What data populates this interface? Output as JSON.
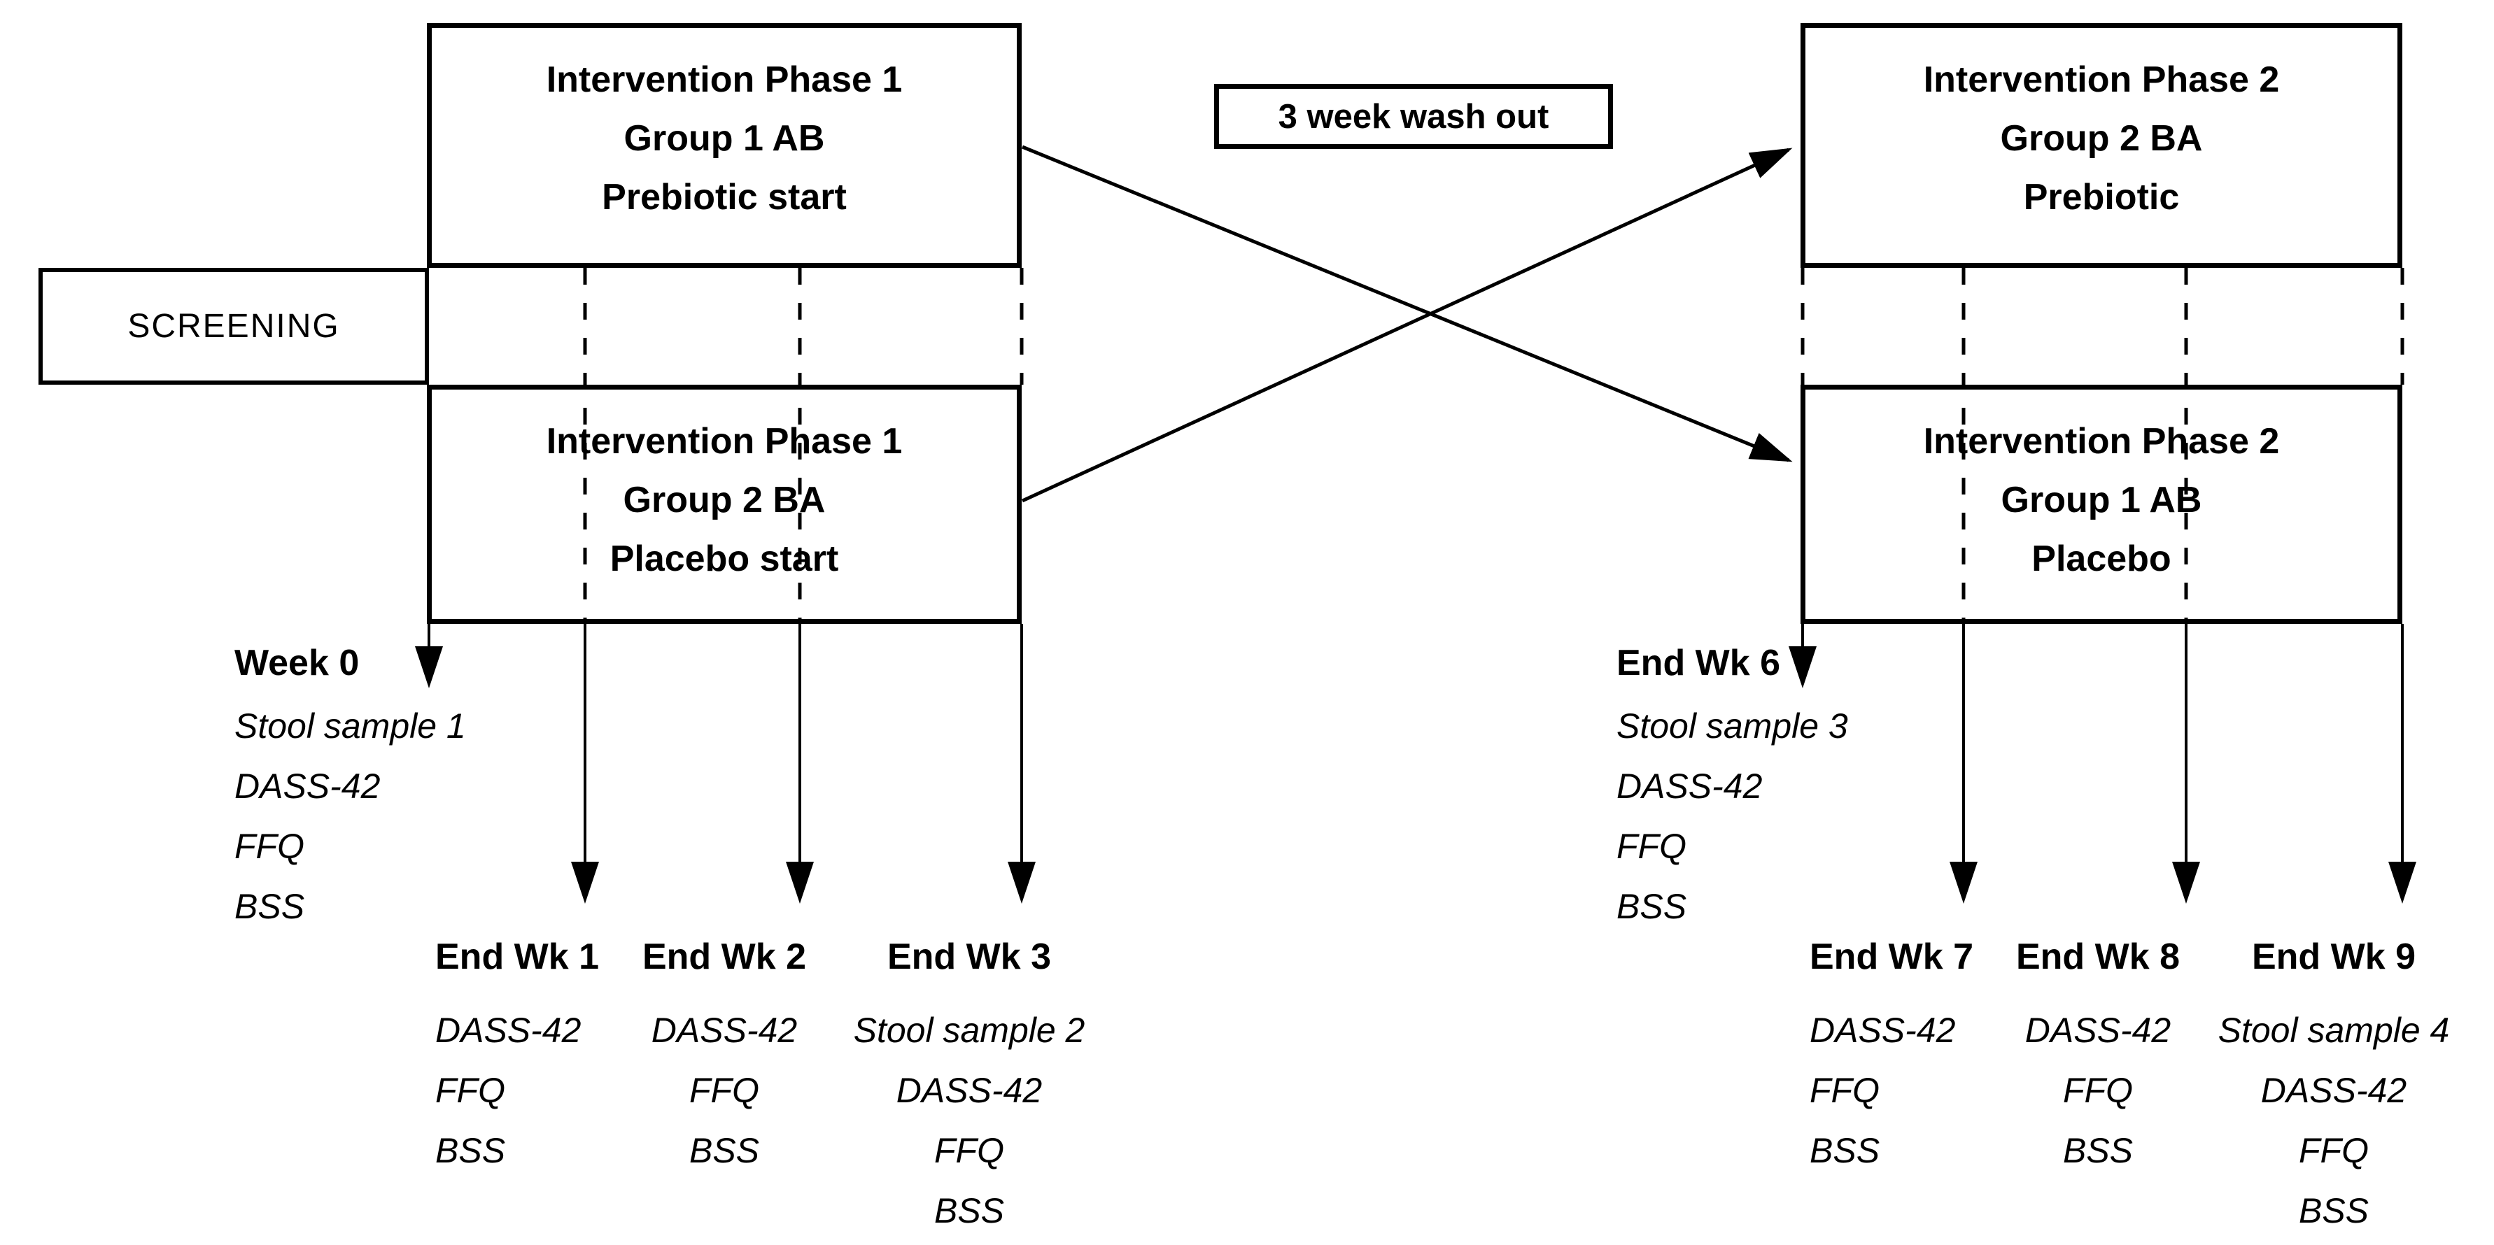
{
  "colors": {
    "ink": "#000000",
    "background": "#ffffff"
  },
  "boxes": {
    "phase1_group1": {
      "lines": [
        "Intervention Phase 1",
        "Group 1 AB",
        "Prebiotic start"
      ]
    },
    "phase1_group2": {
      "lines": [
        "Intervention Phase 1",
        "Group 2 BA",
        "Placebo start"
      ]
    },
    "phase2_group2": {
      "lines": [
        "Intervention Phase 2",
        "Group 2 BA",
        "Prebiotic"
      ]
    },
    "phase2_group1": {
      "lines": [
        "Intervention Phase 2",
        "Group 1 AB",
        "Placebo"
      ]
    },
    "washout": {
      "label": "3 week wash out"
    },
    "screening": {
      "label": "SCREENING"
    }
  },
  "timepoints": {
    "week0": {
      "title": "Week 0",
      "items": [
        "Stool sample 1",
        "DASS-42",
        "FFQ",
        "BSS"
      ]
    },
    "endwk1": {
      "title": "End Wk 1",
      "items": [
        "DASS-42",
        "FFQ",
        "BSS"
      ]
    },
    "endwk2": {
      "title": "End Wk 2",
      "items": [
        "DASS-42",
        "FFQ",
        "BSS"
      ]
    },
    "endwk3": {
      "title": "End Wk 3",
      "items": [
        "Stool sample 2",
        "DASS-42",
        "FFQ",
        "BSS"
      ]
    },
    "endwk6": {
      "title": "End Wk 6",
      "items": [
        "Stool sample 3",
        "DASS-42",
        "FFQ",
        "BSS"
      ]
    },
    "endwk7": {
      "title": "End Wk 7",
      "items": [
        "DASS-42",
        "FFQ",
        "BSS"
      ]
    },
    "endwk8": {
      "title": "End Wk 8",
      "items": [
        "DASS-42",
        "FFQ",
        "BSS"
      ]
    },
    "endwk9": {
      "title": "End Wk 9",
      "items": [
        "Stool sample 4",
        "DASS-42",
        "FFQ",
        "BSS"
      ]
    }
  }
}
